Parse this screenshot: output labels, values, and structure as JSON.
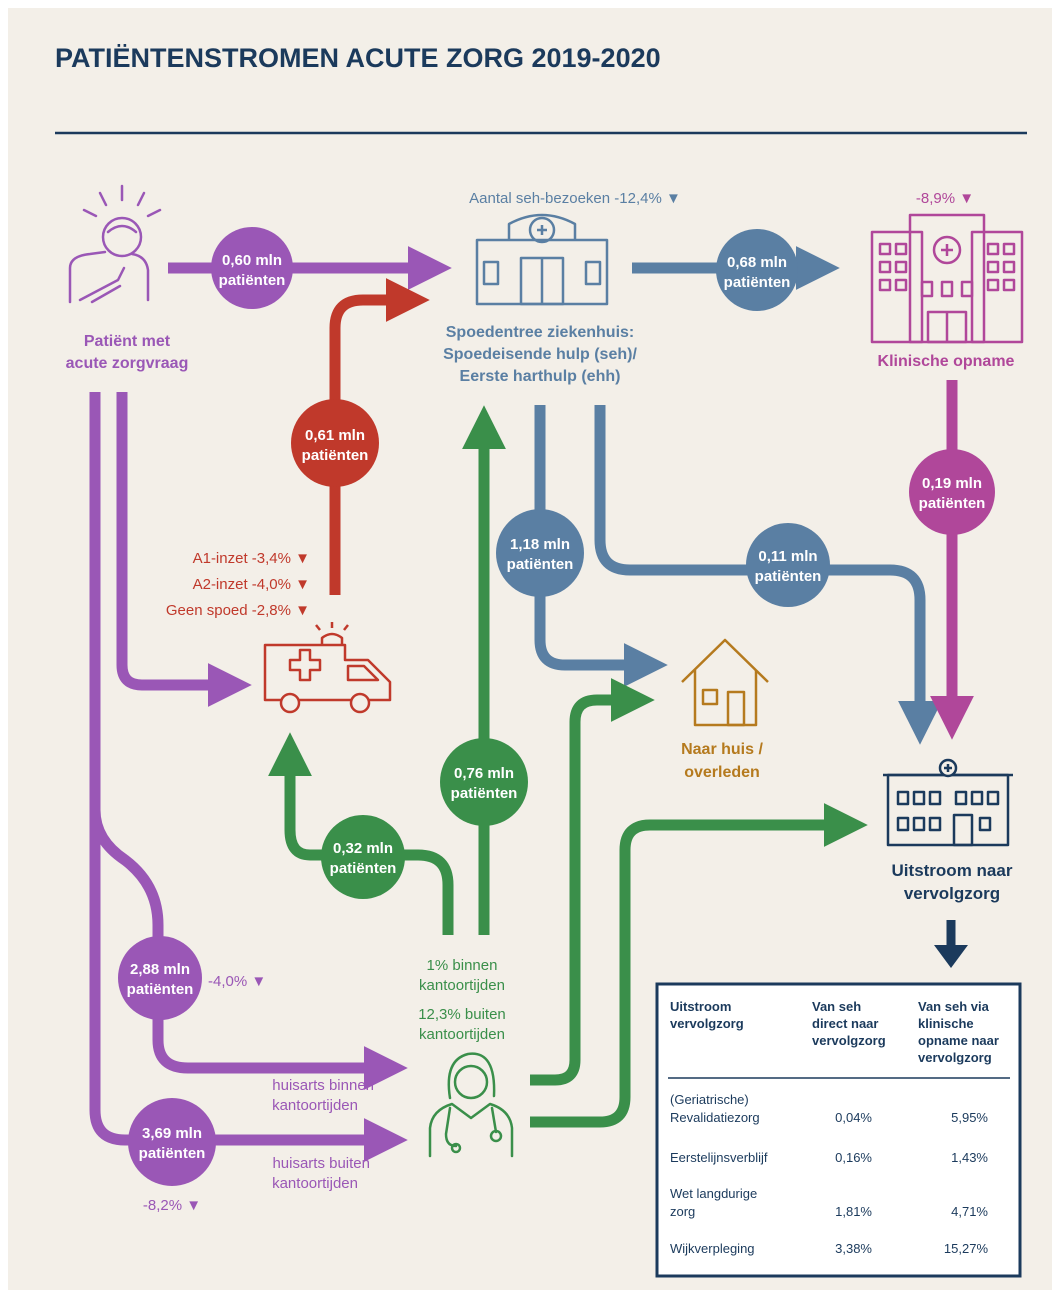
{
  "title": "PATIËNTENSTROMEN ACUTE ZORG 2019-2020",
  "colors": {
    "purple": "#9a57b6",
    "red": "#c0392b",
    "green": "#3a8f4a",
    "blue": "#5a7fa3",
    "magenta": "#b0479a",
    "brown": "#b57a1e",
    "navy": "#1b3a5c",
    "background": "#f3efe8"
  },
  "nodes": {
    "patient": [
      "Patiënt met",
      "acute zorgvraag"
    ],
    "seh_stat": "Aantal seh-bezoeken -12,4%",
    "seh": [
      "Spoedentree ziekenhuis:",
      "Spoedeisende hulp (seh)/",
      "Eerste harthulp (ehh)"
    ],
    "klinisch_stat": "-8,9%",
    "klinisch": "Klinische opname",
    "home": [
      "Naar huis /",
      "overleden"
    ],
    "vervolg": [
      "Uitstroom naar",
      "vervolgzorg"
    ],
    "ambulance_stats": [
      "A1-inzet -3,4%",
      "A2-inzet -4,0%",
      "Geen spoed -2,8%"
    ],
    "gp_stats": [
      "1% binnen",
      "kantoortijden",
      "12,3% buiten",
      "kantoortijden"
    ],
    "gp_in": [
      "huisarts binnen",
      "kantoortijden"
    ],
    "gp_out": [
      "huisarts buiten",
      "kantoortijden"
    ],
    "stat_288": "-4,0%",
    "stat_369": "-8,2%"
  },
  "flows": {
    "f060": [
      "0,60 mln",
      "patiënten"
    ],
    "f068": [
      "0,68 mln",
      "patiënten"
    ],
    "f061": [
      "0,61 mln",
      "patiënten"
    ],
    "f019": [
      "0,19 mln",
      "patiënten"
    ],
    "f118": [
      "1,18 mln",
      "patiënten"
    ],
    "f011": [
      "0,11 mln",
      "patiënten"
    ],
    "f076": [
      "0,76 mln",
      "patiënten"
    ],
    "f032": [
      "0,32 mln",
      "patiënten"
    ],
    "f288": [
      "2,88 mln",
      "patiënten"
    ],
    "f369": [
      "3,69 mln",
      "patiënten"
    ]
  },
  "table": {
    "headers": [
      [
        "Uitstroom",
        "vervolgzorg"
      ],
      [
        "Van seh",
        "direct naar",
        "vervolgzorg"
      ],
      [
        "Van seh via",
        "klinische",
        "opname naar",
        "vervolgzorg"
      ]
    ],
    "rows": [
      {
        "label": [
          "(Geriatrische)",
          "Revalidatiezorg"
        ],
        "a": "0,04%",
        "b": "5,95%"
      },
      {
        "label": [
          "Eerstelijnsverblijf"
        ],
        "a": "0,16%",
        "b": "1,43%"
      },
      {
        "label": [
          "Wet langdurige",
          "zorg"
        ],
        "a": "1,81%",
        "b": "4,71%"
      },
      {
        "label": [
          "Wijkverpleging"
        ],
        "a": "3,38%",
        "b": "15,27%"
      }
    ]
  }
}
